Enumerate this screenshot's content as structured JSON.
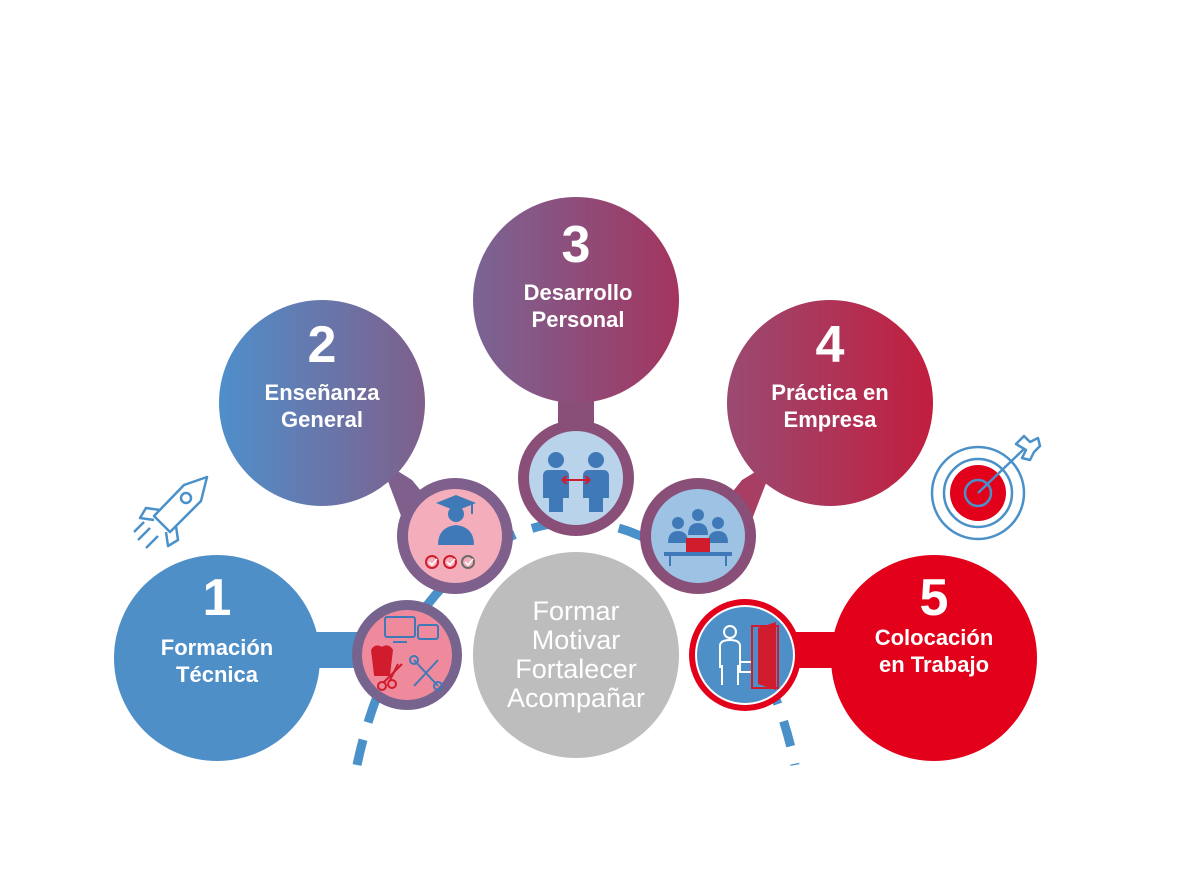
{
  "steps": [
    {
      "number": "1",
      "line1": "Formación",
      "line2": "Técnica"
    },
    {
      "number": "2",
      "line1": "Enseñanza",
      "line2": "General"
    },
    {
      "number": "3",
      "line1": "Desarrollo",
      "line2": "Personal"
    },
    {
      "number": "4",
      "line1": "Práctica en",
      "line2": "Empresa"
    },
    {
      "number": "5",
      "line1": "Colocación",
      "line2": "en Trabajo"
    }
  ],
  "center": [
    "Formar",
    "Motivar",
    "Fortalecer",
    "Acompañar"
  ],
  "icons": {
    "step1": "tools-tailoring-computer-icon",
    "step2": "graduate-checklist-icon",
    "step3": "people-exchange-icon",
    "step4": "meeting-table-icon",
    "step5": "worker-exit-door-icon",
    "left_decor": "rocket-icon",
    "right_decor": "target-arrow-icon"
  },
  "colors": {
    "blue": "#4f8fc8",
    "purple": "#80628c",
    "magenta": "#b1315c",
    "red": "#e2001a",
    "center_gray": "#bdbdbd",
    "dash_blue": "#4a90c9"
  }
}
